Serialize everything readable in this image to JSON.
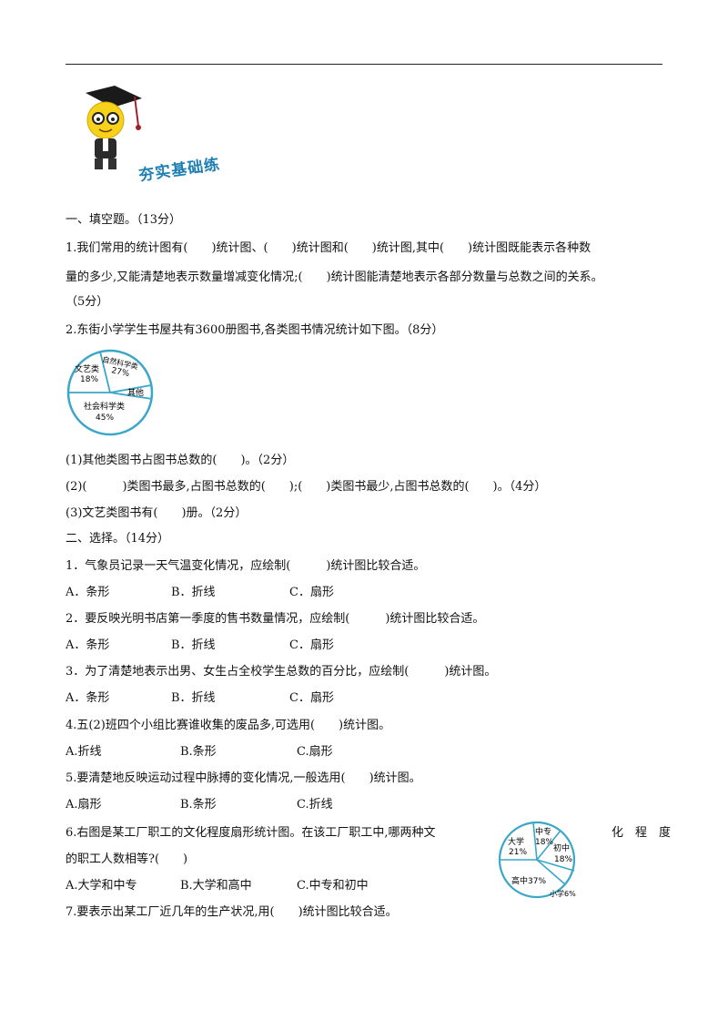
{
  "banner": "夯实基础练",
  "sections": {
    "fill_title": "一、填空题。（13分）",
    "choice_title": "二、选择。（14分）"
  },
  "fill": {
    "q1_line1": "1.我们常用的统计图有(　　)统计图、(　　)统计图和(　　)统计图,其中(　　)统计图既能表示各种数",
    "q1_line2": "量的多少,又能清楚地表示数量增减变化情况;(　　)统计图能清楚地表示各部分数量与总数之间的关系。",
    "q1_score": "（5分）",
    "q2": "2.东街小学学生书屋共有3600册图书,各类图书情况统计如下图。（8分）",
    "q2_sub1": "(1)其他类图书占图书总数的(　　)。（2分）",
    "q2_sub2": "(2)(　　　)类图书最多,占图书总数的(　　);(　　)类图书最少,占图书总数的(　　)。（4分）",
    "q2_sub3": "(3)文艺类图书有(　　)册。（2分）"
  },
  "choice": {
    "q1": "1．气象员记录一天气温变化情况，应绘制(　　　)统计图比较合适。",
    "q1_opts": [
      "A．条形",
      "B．折线",
      "C．扇形"
    ],
    "q2": "2．要反映光明书店第一季度的售书数量情况，应绘制(　　　)统计图比较合适。",
    "q2_opts": [
      "A．条形",
      "B．折线",
      "C．扇形"
    ],
    "q3": "3．为了清楚地表示出男、女生占全校学生总数的百分比，应绘制(　　　)统计图。",
    "q3_opts": [
      "A．条形",
      "B．折线",
      "C．扇形"
    ],
    "q4": "4.五(2)班四个小组比赛谁收集的废品多,可选用(　　)统计图。",
    "q4_opts": [
      "A.折线",
      "B.条形",
      "C.扇形"
    ],
    "q5": "5.要清楚地反映运动过程中脉搏的变化情况,一般选用(　　)统计图。",
    "q5_opts": [
      "A.扇形",
      "B.条形",
      "C.折线"
    ],
    "q6_left": "6.右图是某工厂职工的文化程度扇形统计图。在该工厂职工中,哪两种文",
    "q6_right": "化　程　度",
    "q6_line2": "的职工人数相等?(　　)",
    "q6_opts": [
      "A.大学和中专",
      "B.大学和高中",
      "C.中专和初中"
    ],
    "q7": "7.要表示出某工厂近几年的生产状况,用(　　)统计图比较合适。"
  },
  "pie_books": {
    "labels": [
      {
        "name": "文艺类",
        "pct": "18%"
      },
      {
        "name": "自然科学类",
        "pct": "27%"
      },
      {
        "name": "其他",
        "pct": ""
      },
      {
        "name": "社会科学类",
        "pct": "45%"
      }
    ],
    "stroke_color": "#3aa6c8"
  },
  "pie_edu": {
    "labels": [
      {
        "name": "大学",
        "pct": "21%"
      },
      {
        "name": "中专",
        "pct": "18%"
      },
      {
        "name": "初中",
        "pct": "18%"
      },
      {
        "name": "高中37%",
        "pct": ""
      },
      {
        "name": "小学6%",
        "pct": ""
      }
    ],
    "stroke_color": "#3aa6c8"
  }
}
